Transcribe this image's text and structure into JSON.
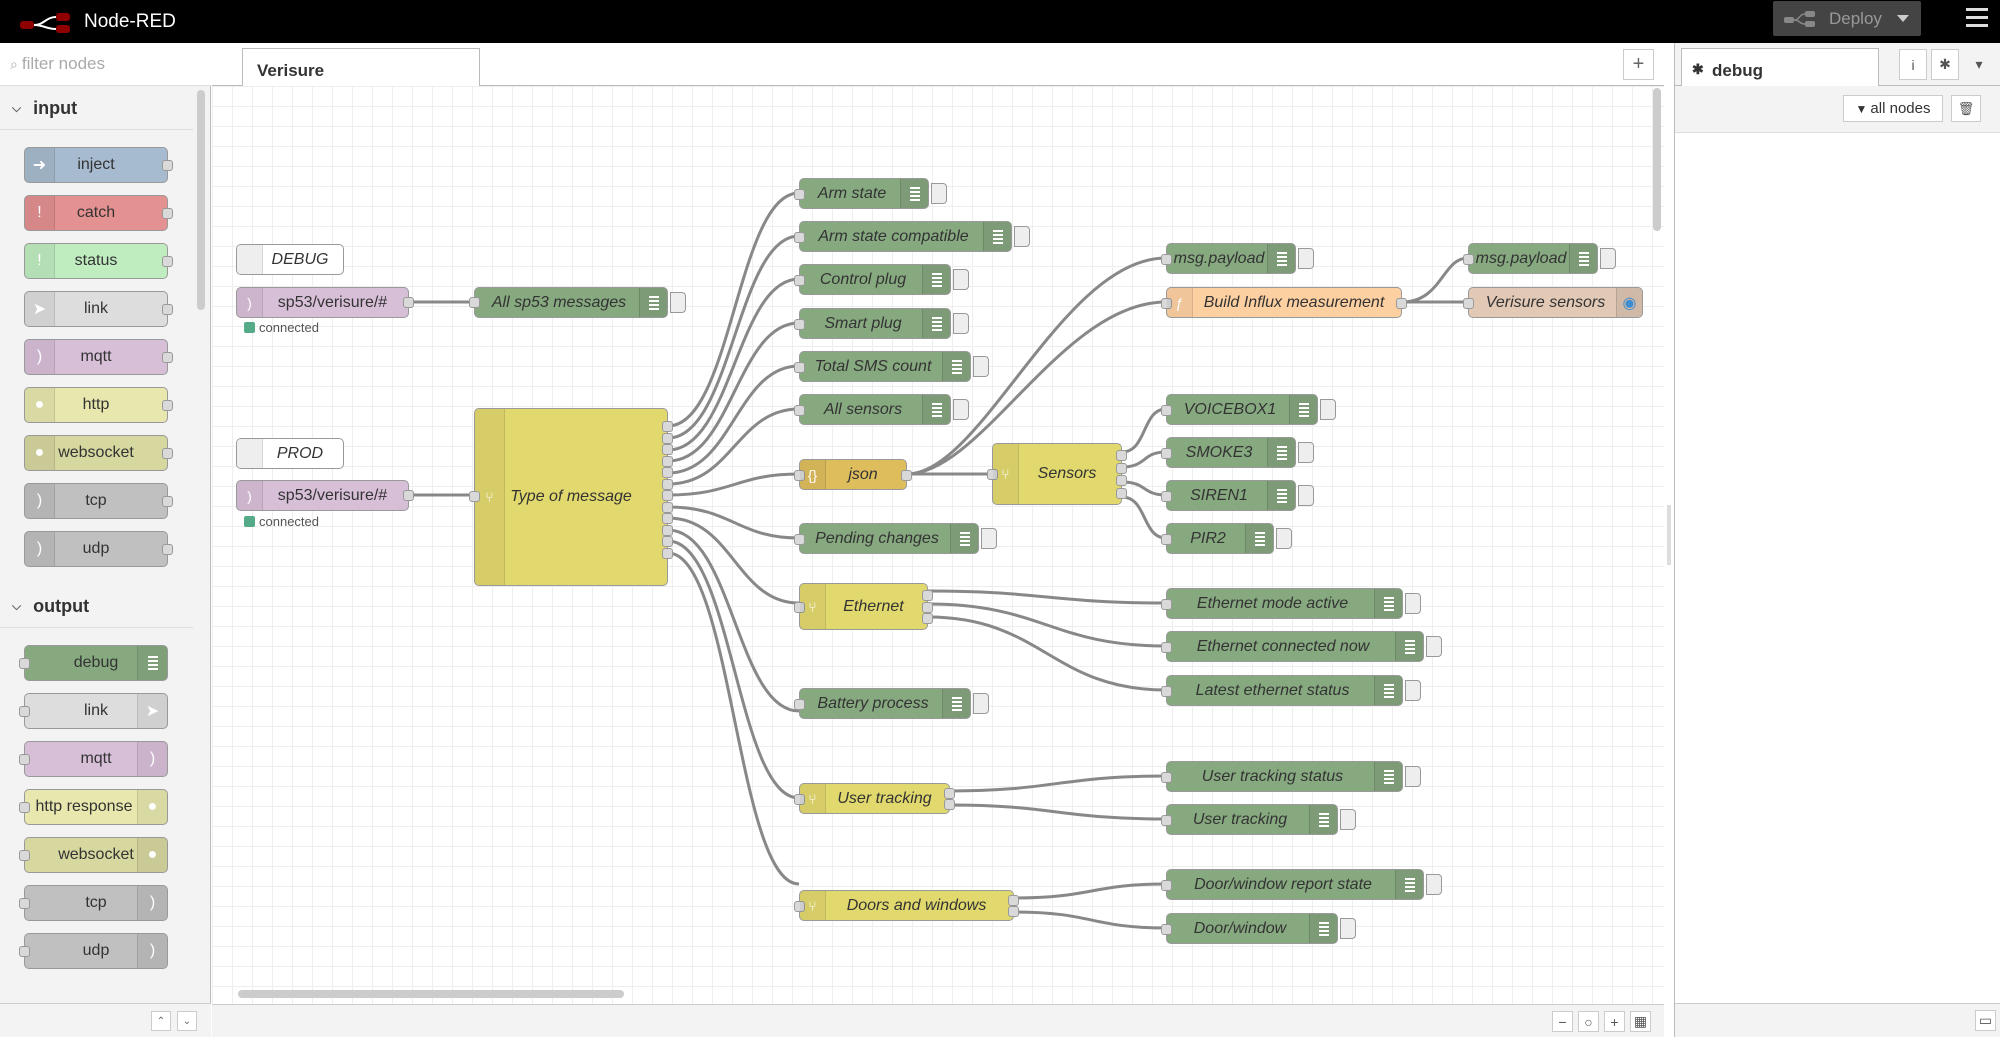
{
  "app": {
    "title": "Node-RED",
    "deploy_label": "Deploy"
  },
  "palette": {
    "filter_placeholder": "filter nodes",
    "categories": [
      {
        "label": "input",
        "nodes": [
          "inject",
          "catch",
          "status",
          "link",
          "mqtt",
          "http",
          "websocket",
          "tcp",
          "udp"
        ]
      },
      {
        "label": "output",
        "nodes": [
          "debug",
          "link",
          "mqtt",
          "http response",
          "websocket",
          "tcp",
          "udp"
        ]
      }
    ]
  },
  "workspace": {
    "active_tab": "Verisure",
    "nodes": {
      "inject_debug": "DEBUG",
      "inject_prod": "PROD",
      "mqtt_in_1": "sp53/verisure/#",
      "mqtt_in_2": "sp53/verisure/#",
      "status_connected": "connected",
      "all_sp53": "All sp53 messages",
      "type_of_message": "Type of message",
      "arm_state": "Arm state",
      "arm_state_compatible": "Arm state compatible",
      "control_plug": "Control plug",
      "smart_plug": "Smart plug",
      "total_sms": "Total SMS count",
      "all_sensors": "All sensors",
      "json": "json",
      "pending_changes": "Pending changes",
      "ethernet": "Ethernet",
      "battery_process": "Battery process",
      "user_tracking_switch": "User tracking",
      "doors_windows": "Doors and windows",
      "sensors": "Sensors",
      "msg_payload_1": "msg.payload",
      "build_influx": "Build Influx measurement",
      "msg_payload_2": "msg.payload",
      "verisure_sensors": "Verisure sensors",
      "voicebox1": "VOICEBOX1",
      "smoke3": "SMOKE3",
      "siren1": "SIREN1",
      "pir2": "PIR2",
      "eth_mode_active": "Ethernet mode active",
      "eth_connected_now": "Ethernet connected now",
      "latest_eth_status": "Latest ethernet status",
      "user_tracking_status": "User tracking status",
      "user_tracking": "User tracking",
      "door_window_report": "Door/window report state",
      "door_window": "Door/window"
    }
  },
  "sidebar": {
    "tab_label": "debug",
    "filter_label": "all nodes"
  },
  "colors": {
    "debug": "#87a980",
    "mqtt": "#d8bfd8",
    "switch": "#e2d96e",
    "function": "#fdd0a2",
    "json": "#debd5c"
  }
}
